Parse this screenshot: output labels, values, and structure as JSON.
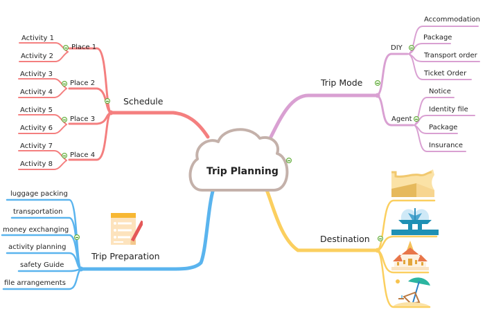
{
  "root": {
    "label": "Trip Planning"
  },
  "branches": {
    "schedule": {
      "label": "Schedule",
      "color": "#f47f7f",
      "places": [
        {
          "label": "Place 1",
          "activities": [
            "Activity 1",
            "Activity 2"
          ]
        },
        {
          "label": "Place 2",
          "activities": [
            "Activity 3",
            "Activity 4"
          ]
        },
        {
          "label": "Place 3",
          "activities": [
            "Activity 5",
            "Activity 6"
          ]
        },
        {
          "label": "Place 4",
          "activities": [
            "Activity 7",
            "Activity 8"
          ]
        }
      ]
    },
    "trip_mode": {
      "label": "Trip Mode",
      "color": "#d9a0d2",
      "groups": [
        {
          "label": "DIY",
          "items": [
            "Accommodation",
            "Package",
            "Transport order",
            "Ticket Order"
          ]
        },
        {
          "label": "Agent",
          "items": [
            "Notice",
            "Identity file",
            "Package",
            "Insurance"
          ]
        }
      ]
    },
    "trip_preparation": {
      "label": "Trip Preparation",
      "color": "#5ab4ee",
      "icon": "checklist-icon",
      "items": [
        "luggage packing",
        "transportation",
        "money exchanging",
        "activity planning",
        "safety Guide",
        "file arrangements"
      ]
    },
    "destination": {
      "label": "Destination",
      "color": "#fbcf5f",
      "images": [
        "great-wall-icon",
        "fountain-icon",
        "temple-icon",
        "beach-umbrella-icon"
      ]
    }
  },
  "colors": {
    "root_border": "#c4b1aa",
    "collapse": "#5aa832"
  }
}
